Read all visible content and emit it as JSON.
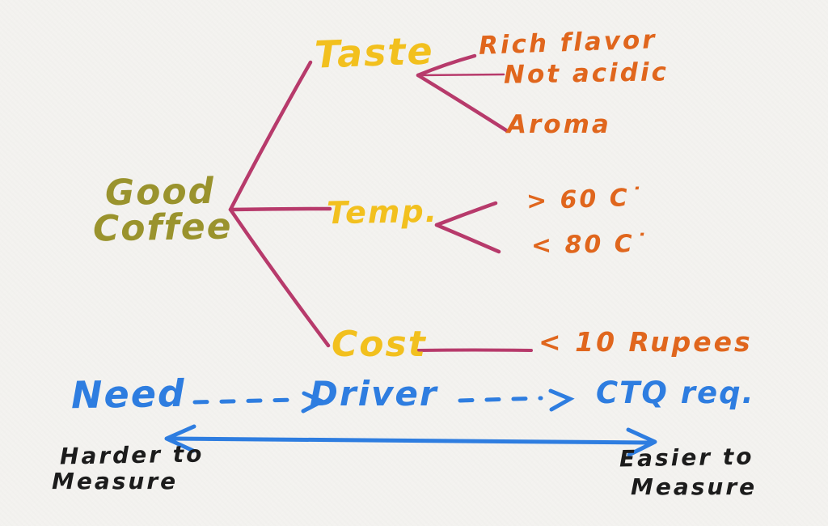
{
  "palette": {
    "background": "#f3f2ef",
    "branch": "#b73a6b",
    "root_text": "#9a932d",
    "driver_text": "#f2c01e",
    "leaf_text": "#e0661d",
    "flow_text": "#2e7de0",
    "ink": "#1c1c1c"
  },
  "tree": {
    "root": {
      "lines": [
        "Good",
        "Coffee"
      ]
    },
    "drivers": [
      {
        "label": "Taste",
        "leaves": [
          "Rich flavor",
          "Not acidic",
          "Aroma"
        ]
      },
      {
        "label": "Temp.",
        "leaves": [
          "> 60 C˙",
          "< 80 C˙"
        ]
      },
      {
        "label": "Cost",
        "leaves": [
          "< 10 Rupees"
        ]
      }
    ]
  },
  "flow": {
    "need_label": "Need",
    "driver_label": "Driver",
    "ctq_label": "CTQ req."
  },
  "measure_axis": {
    "left": {
      "lines": [
        "Harder to",
        "Measure"
      ]
    },
    "right": {
      "lines": [
        "Easier to",
        "Measure"
      ]
    }
  },
  "icons": {
    "flow_arrows": "dashed-arrow-right-icon",
    "axis_arrow": "double-headed-arrow-icon"
  }
}
